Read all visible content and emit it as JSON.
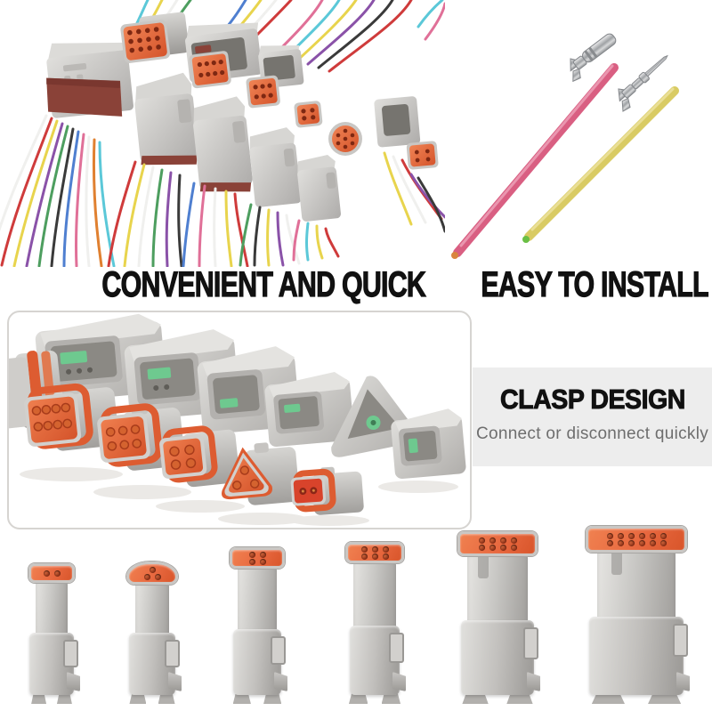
{
  "headlines": {
    "left": "CONVENIENT AND QUICK",
    "right": "EASY TO INSTALL"
  },
  "clasp": {
    "title": "CLASP DESIGN",
    "subtitle": "Connect or disconnect quickly"
  },
  "colors": {
    "background": "#ffffff",
    "headline_text": "#111111",
    "subtitle_text": "#6e6e6e",
    "callout_band": "#ededed",
    "panel_border": "#d6d4d1",
    "connector_gray": "#c9c8c5",
    "connector_gray_dark": "#9a9895",
    "seal_orange": "#e8683f",
    "seal_orange_dark": "#b34526",
    "wedge_green": "#6ec98f",
    "wire_seal_maroon": "#8a4238",
    "terminal_silver": "#b9babc",
    "wire_pink": "#d95f82",
    "wire_yellow": "#d9cb63",
    "wire_tip_copper": "#d9853f",
    "wire_tip_green": "#6abf45"
  },
  "bottom_row": {
    "connectors": [
      {
        "pins": 2,
        "hole_rows": [
          2
        ]
      },
      {
        "pins": 3,
        "hole_rows": [
          1,
          2
        ]
      },
      {
        "pins": 4,
        "hole_rows": [
          2,
          2
        ]
      },
      {
        "pins": 6,
        "hole_rows": [
          3,
          3
        ]
      },
      {
        "pins": 8,
        "hole_rows": [
          4,
          4
        ]
      },
      {
        "pins": 12,
        "hole_rows": [
          6,
          6
        ]
      }
    ]
  }
}
